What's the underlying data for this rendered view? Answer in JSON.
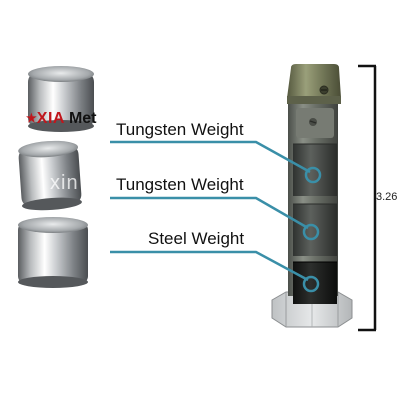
{
  "logo": {
    "star": "★",
    "brand": "XIA",
    "suffix": "Met"
  },
  "watermark": "xin",
  "labels": [
    {
      "text": "Tungsten Weight",
      "part": "upper-tungsten"
    },
    {
      "text": "Tungsten Weight",
      "part": "middle-tungsten"
    },
    {
      "text": "Steel Weight",
      "part": "steel"
    }
  ],
  "dimension": {
    "value": "3.26"
  },
  "colors": {
    "callout": "#3a8fa8",
    "brand_red": "#c0161c",
    "housing": "#6f7468",
    "cap": "#7a7f5e"
  }
}
